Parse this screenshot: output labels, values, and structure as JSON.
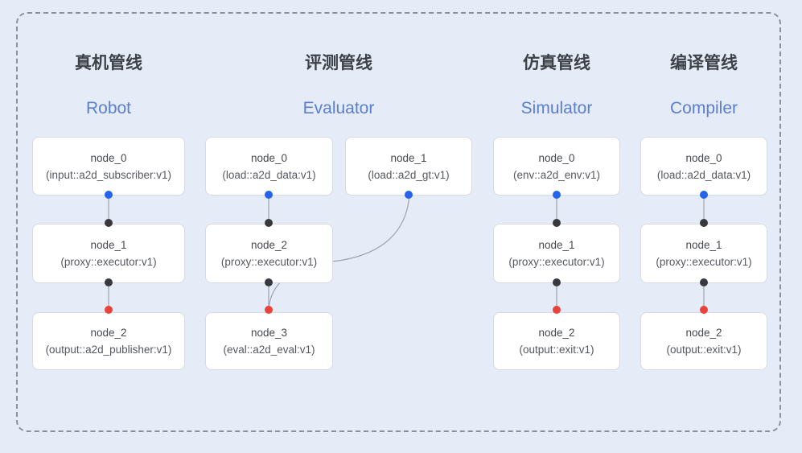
{
  "colors": {
    "background": "#e5ebf7",
    "frame_border": "#8a919d",
    "node_fill": "#ffffff",
    "node_border": "#d7dae1",
    "edge": "#9aa4b2",
    "out_port_blue": "#2563eb",
    "in_port_black": "#37393e",
    "result_port_red": "#e8433a",
    "header_cn_color": "#3d4249",
    "header_en_color": "#5a7fd0"
  },
  "pipelines": [
    {
      "id": "robot",
      "title_cn": "真机管线",
      "title_en": "Robot",
      "nodes": [
        {
          "name": "node_0",
          "type": "(input::a2d_subscriber:v1)"
        },
        {
          "name": "node_1",
          "type": "(proxy::executor:v1)"
        },
        {
          "name": "node_2",
          "type": "(output::a2d_publisher:v1)"
        }
      ]
    },
    {
      "id": "evaluator",
      "title_cn": "评测管线",
      "title_en": "Evaluator",
      "nodes": [
        {
          "name": "node_0",
          "type": "(load::a2d_data:v1)"
        },
        {
          "name": "node_1",
          "type": "(load::a2d_gt:v1)"
        },
        {
          "name": "node_2",
          "type": "(proxy::executor:v1)"
        },
        {
          "name": "node_3",
          "type": "(eval::a2d_eval:v1)"
        }
      ]
    },
    {
      "id": "simulator",
      "title_cn": "仿真管线",
      "title_en": "Simulator",
      "nodes": [
        {
          "name": "node_0",
          "type": "(env::a2d_env:v1)"
        },
        {
          "name": "node_1",
          "type": "(proxy::executor:v1)"
        },
        {
          "name": "node_2",
          "type": "(output::exit:v1)"
        }
      ]
    },
    {
      "id": "compiler",
      "title_cn": "编译管线",
      "title_en": "Compiler",
      "nodes": [
        {
          "name": "node_0",
          "type": "(load::a2d_data:v1)"
        },
        {
          "name": "node_1",
          "type": "(proxy::executor:v1)"
        },
        {
          "name": "node_2",
          "type": "(output::exit:v1)"
        }
      ]
    }
  ]
}
